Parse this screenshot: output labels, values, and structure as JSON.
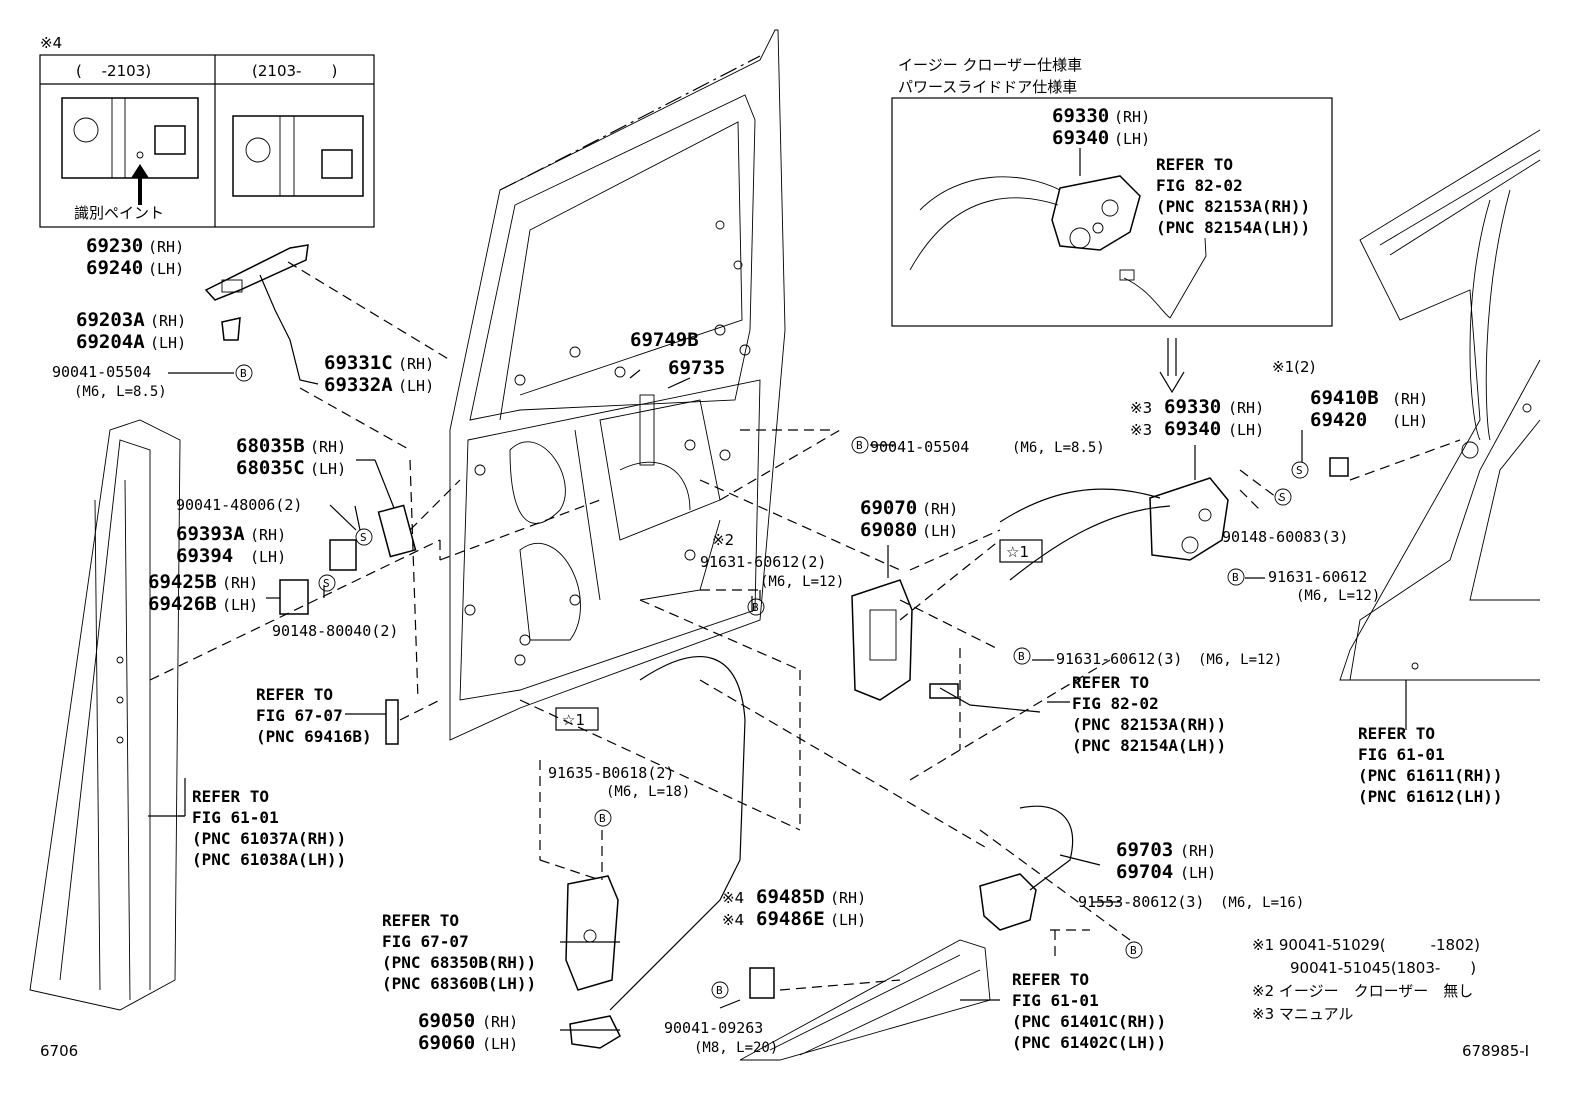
{
  "inset_box": {
    "mark": "※4",
    "col_left": "(　 -2103)",
    "col_right": "(2103-　　)",
    "caption": "識別ペイント"
  },
  "top_box": {
    "title_line1": "イージー クローザー仕様車",
    "title_line2": "パワースライドドア仕様車",
    "pn_a": "69330",
    "pn_a_side": "(RH)",
    "pn_b": "69340",
    "pn_b_side": "(LH)",
    "refer1": "REFER TO",
    "refer2": "FIG 82-02",
    "refer3": "(PNC 82153A(RH))",
    "refer4": "(PNC 82154A(LH))"
  },
  "labels": {
    "p69230": "69230",
    "p69230s": "(RH)",
    "p69240": "69240",
    "p69240s": "(LH)",
    "p69203": "69203A",
    "p69203s": "(RH)",
    "p69204": "69204A",
    "p69204s": "(LH)",
    "b1": "90041-05504",
    "b1s": "(M6, L=8.5)",
    "p69331": "69331C",
    "p69331s": "(RH)",
    "p69332": "69332A",
    "p69332s": "(LH)",
    "p68035b": "68035B",
    "p68035bs": "(RH)",
    "p68035c": "68035C",
    "p68035cs": "(LH)",
    "b2": "90041-48006(2)",
    "p69393": "69393A",
    "p69393s": "(RH)",
    "p69394": "69394",
    "p69394s": "(LH)",
    "p69425": "69425B",
    "p69425s": "(RH)",
    "p69426": "69426B",
    "p69426s": "(LH)",
    "b3": "90148-80040(2)",
    "r1a": "REFER TO",
    "r1b": "FIG 67-07",
    "r1c": "(PNC 69416B)",
    "r2a": "REFER TO",
    "r2b": "FIG 61-01",
    "r2c": "(PNC 61037A(RH))",
    "r2d": "(PNC 61038A(LH))",
    "p69749": "69749B",
    "p69735": "69735",
    "b4": "90041-05504",
    "b4s": "(M6, L=8.5)",
    "m2": "※2",
    "b5": "91631-60612(2)",
    "b5s": "(M6, L=12)",
    "p69070": "69070",
    "p69070s": "(RH)",
    "p69080": "69080",
    "p69080s": "(LH)",
    "star": "☆1",
    "m3a": "※3",
    "p69330": "69330",
    "p69330s": "(RH)",
    "m3b": "※3",
    "p69340": "69340",
    "p69340s": "(LH)",
    "m1": "※1(2)",
    "p69410": "69410B",
    "p69410s": "(RH)",
    "p69420": "69420",
    "p69420s": "(LH)",
    "b6": "90148-60083(3)",
    "b7": "91631-60612",
    "b7s": "(M6, L=12)",
    "b8": "91631-60612(3)",
    "b8s": "(M6, L=12)",
    "r3a": "REFER TO",
    "r3b": "FIG 82-02",
    "r3c": "(PNC 82153A(RH))",
    "r3d": "(PNC 82154A(LH))",
    "r4a": "REFER TO",
    "r4b": "FIG 61-01",
    "r4c": "(PNC 61611(RH))",
    "r4d": "(PNC 61612(LH))",
    "b9": "91635-B0618(2)",
    "b9s": "(M6, L=18)",
    "r5a": "REFER TO",
    "r5b": "FIG 67-07",
    "r5c": "(PNC 68350B(RH))",
    "r5d": "(PNC 68360B(LH))",
    "p69050": "69050",
    "p69050s": "(RH)",
    "p69060": "69060",
    "p69060s": "(LH)",
    "m4a": "※4",
    "p69485": "69485D",
    "p69485s": "(RH)",
    "m4b": "※4",
    "p69486": "69486E",
    "p69486s": "(LH)",
    "b10": "90041-09263",
    "b10s": "(M8, L=20)",
    "p69703": "69703",
    "p69703s": "(RH)",
    "p69704": "69704",
    "p69704s": "(LH)",
    "b11": "91553-80612(3)",
    "b11s": "(M6, L=16)",
    "r6a": "REFER TO",
    "r6b": "FIG 61-01",
    "r6c": "(PNC 61401C(RH))",
    "r6d": "(PNC 61402C(LH))"
  },
  "notes": {
    "n1a": "※1  90041-51029(　　　-1802)",
    "n1b": "90041-51045(1803-　　)",
    "n2": "※2  イージー　クローザー　無し",
    "n3": "※3  マニュアル"
  },
  "footer": {
    "left": "6706",
    "right": "678985-I"
  }
}
